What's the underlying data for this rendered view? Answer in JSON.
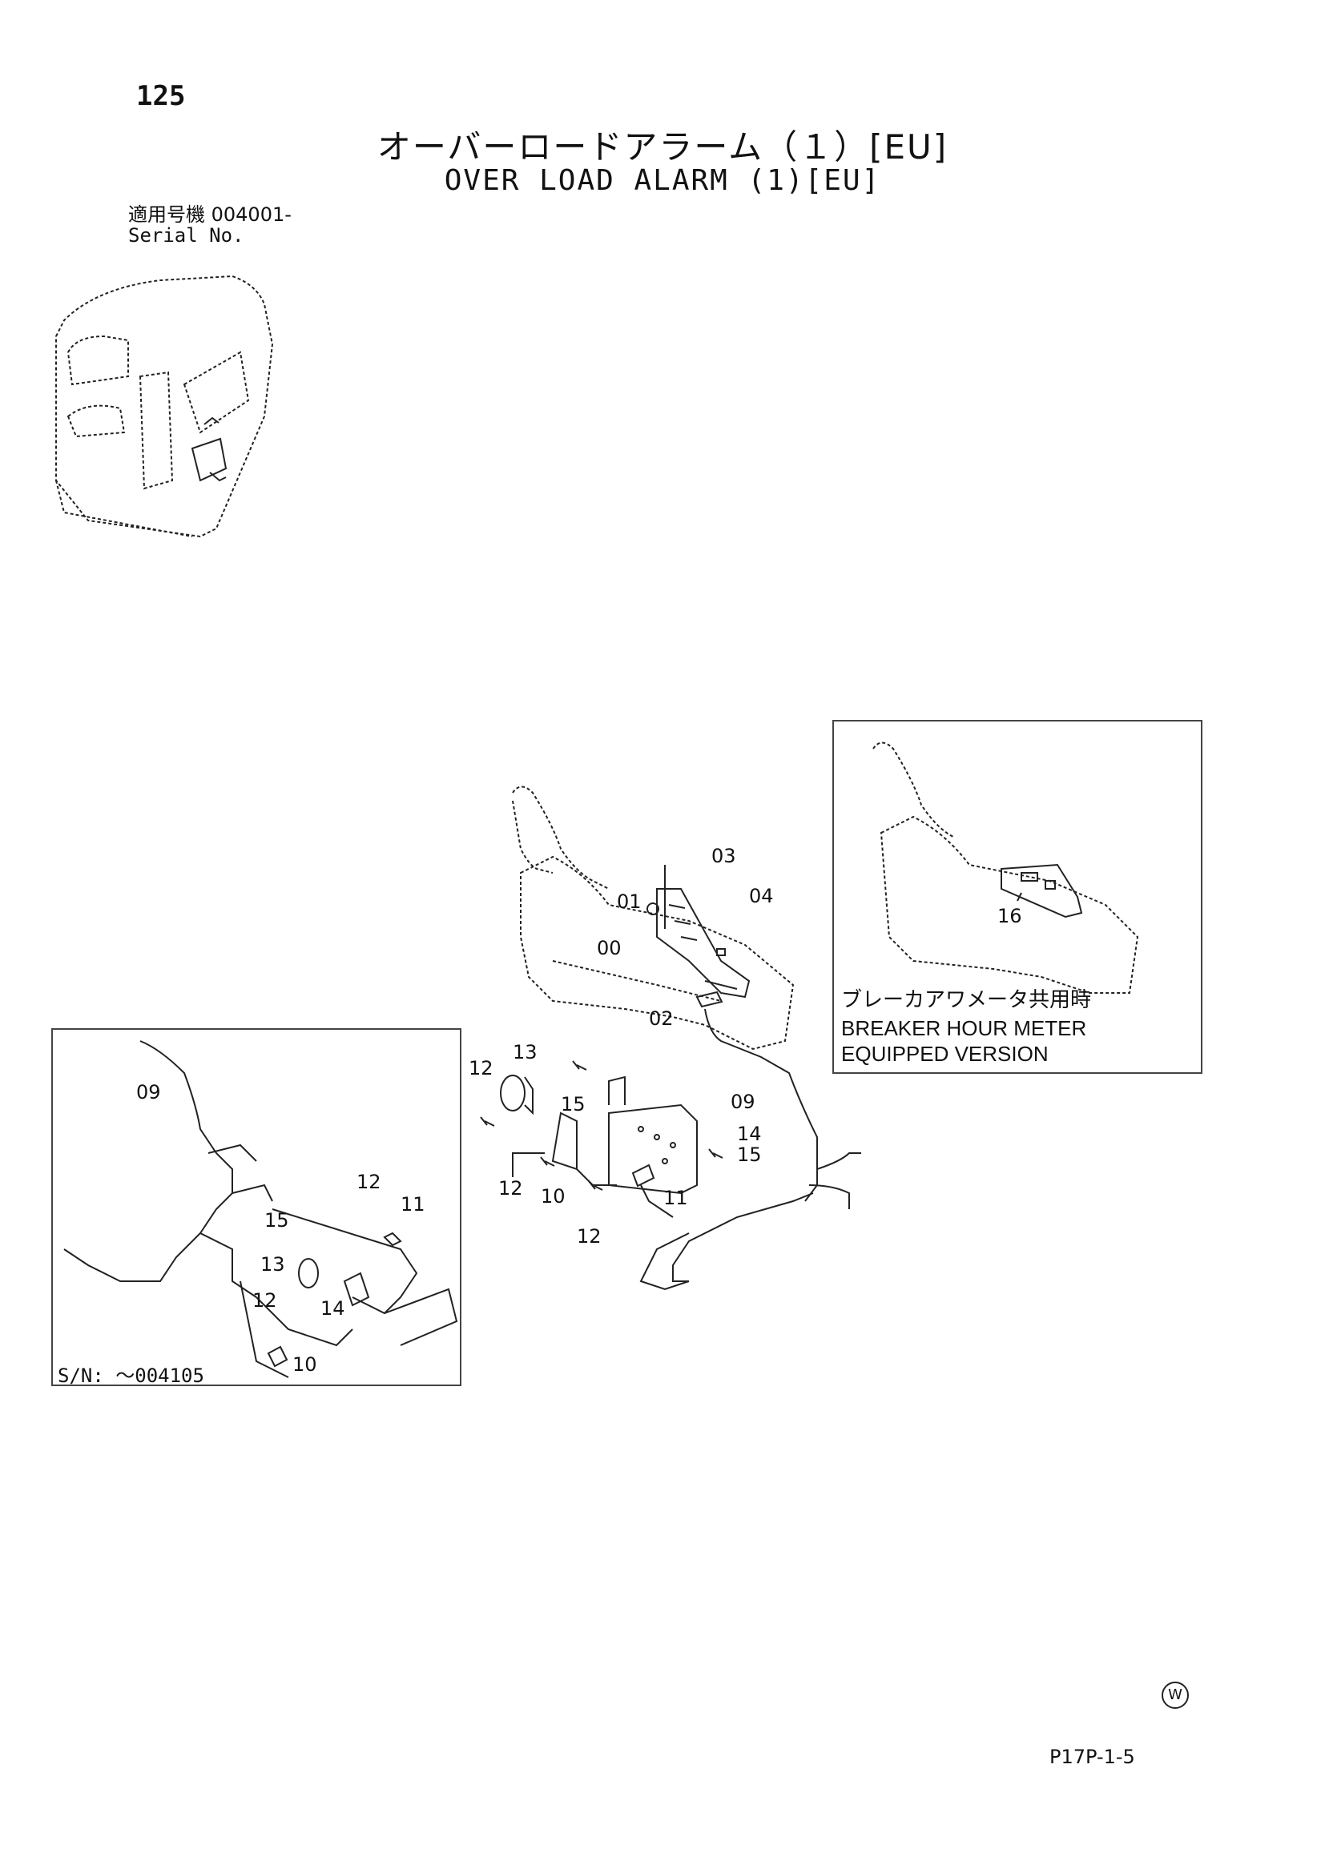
{
  "page": {
    "number": "125",
    "title_jp": "オーバーロードアラーム（１）[EU]",
    "title_en": "OVER LOAD ALARM (1)[EU]",
    "serial_jp": "適用号機  004001-",
    "serial_en": "Serial No.",
    "footer_code": "P17P-1-5",
    "w_mark": "W"
  },
  "inset_breaker": {
    "label_jp": "ブレーカアワメータ共用時",
    "label_en_1": "BREAKER HOUR METER",
    "label_en_2": "EQUIPPED VERSION",
    "callouts": [
      "16"
    ]
  },
  "inset_old_sn": {
    "label": "S/N: ～004105",
    "callouts": [
      "09",
      "12",
      "11",
      "15",
      "13",
      "12",
      "14",
      "10"
    ]
  },
  "main_callouts": [
    "03",
    "04",
    "01",
    "00",
    "02",
    "13",
    "12",
    "15",
    "09",
    "14",
    "15",
    "12",
    "10",
    "11",
    "12"
  ]
}
